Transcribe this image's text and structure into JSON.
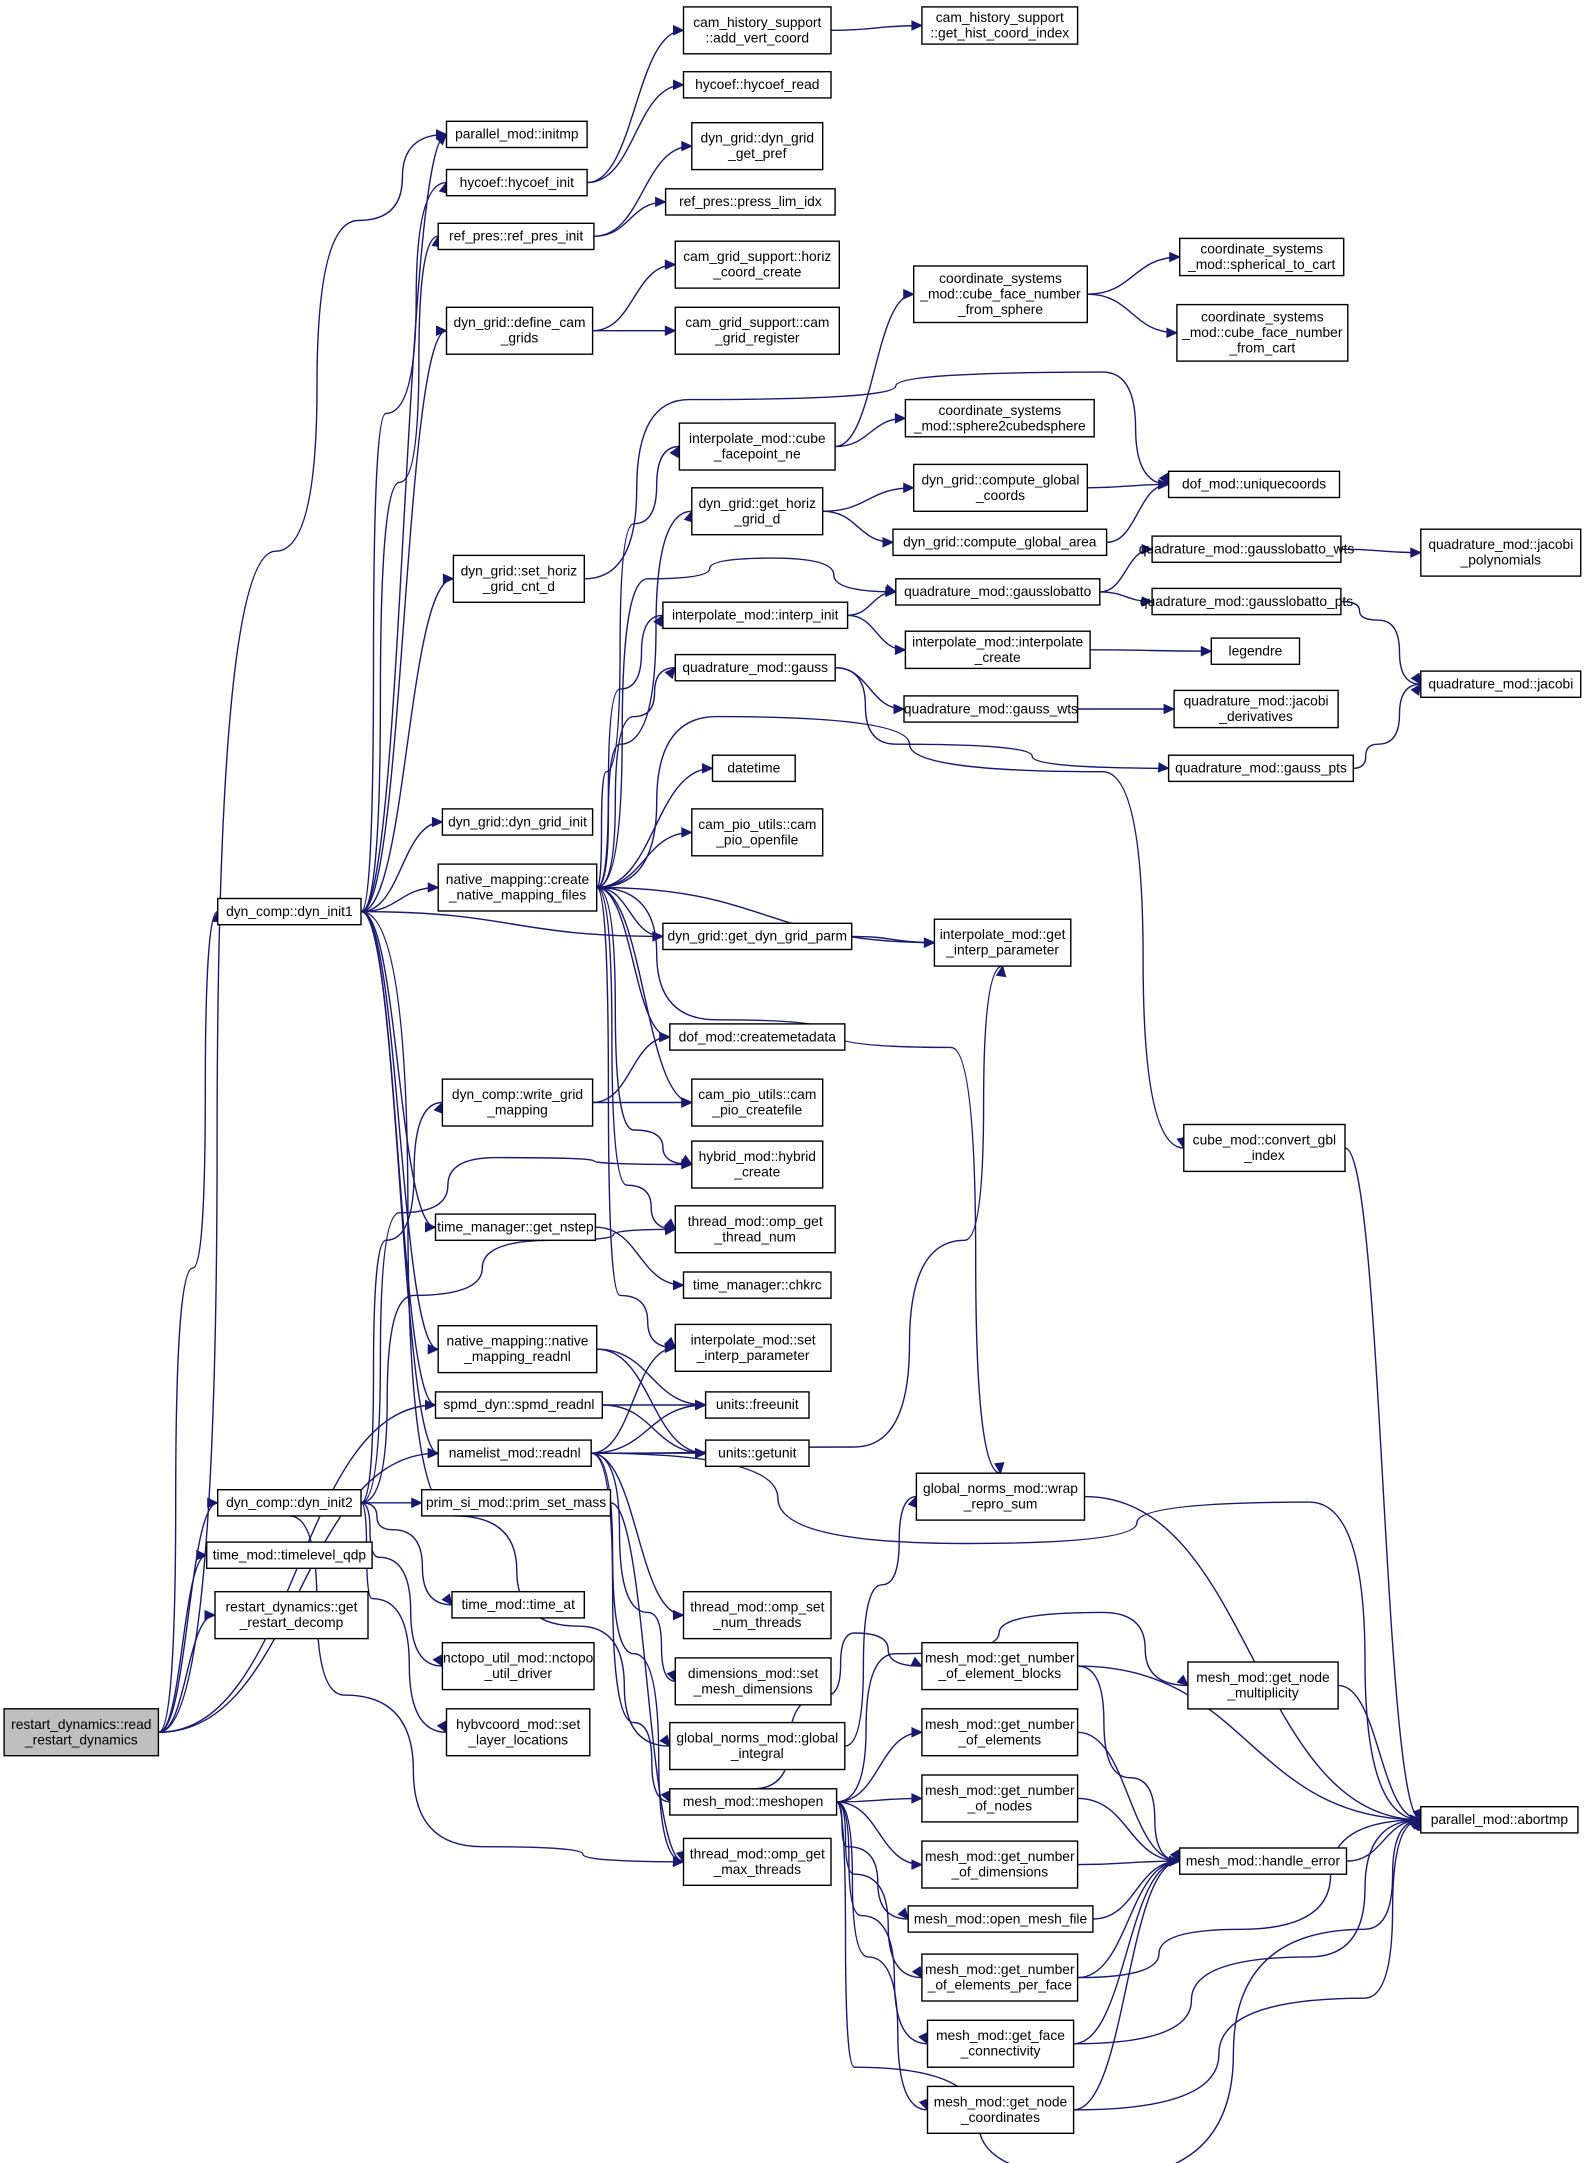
{
  "colors": {
    "edge": "#191970",
    "root_fill": "#bfbfbf",
    "node_fill": "#ffffff",
    "node_border": "#000000"
  },
  "nodes": [
    {
      "id": "root",
      "lines": [
        "restart_dynamics::read",
        "_restart_dynamics"
      ]
    },
    {
      "id": "initmp",
      "lines": [
        "parallel_mod::initmp"
      ]
    },
    {
      "id": "hycoef_init",
      "lines": [
        "hycoef::hycoef_init"
      ]
    },
    {
      "id": "ref_pres_init",
      "lines": [
        "ref_pres::ref_pres_init"
      ]
    },
    {
      "id": "define_cam_grids",
      "lines": [
        "dyn_grid::define_cam",
        "_grids"
      ]
    },
    {
      "id": "set_horiz_grid",
      "lines": [
        "dyn_grid::set_horiz",
        "_grid_cnt_d"
      ]
    },
    {
      "id": "dyn_grid_init",
      "lines": [
        "dyn_grid::dyn_grid_init"
      ]
    },
    {
      "id": "dyn_init1",
      "lines": [
        "dyn_comp::dyn_init1"
      ]
    },
    {
      "id": "native_create",
      "lines": [
        "native_mapping::create",
        "_native_mapping_files"
      ]
    },
    {
      "id": "write_grid",
      "lines": [
        "dyn_comp::write_grid",
        "_mapping"
      ]
    },
    {
      "id": "get_nstep",
      "lines": [
        "time_manager::get_nstep"
      ]
    },
    {
      "id": "native_readnl",
      "lines": [
        "native_mapping::native",
        "_mapping_readnl"
      ]
    },
    {
      "id": "spmd_readnl",
      "lines": [
        "spmd_dyn::spmd_readnl"
      ]
    },
    {
      "id": "readnl",
      "lines": [
        "namelist_mod::readnl"
      ]
    },
    {
      "id": "dyn_init2",
      "lines": [
        "dyn_comp::dyn_init2"
      ]
    },
    {
      "id": "prim_set_mass",
      "lines": [
        "prim_si_mod::prim_set_mass"
      ]
    },
    {
      "id": "timelevel_qdp",
      "lines": [
        "time_mod::timelevel_qdp"
      ]
    },
    {
      "id": "get_restart_decomp",
      "lines": [
        "restart_dynamics::get",
        "_restart_decomp"
      ]
    },
    {
      "id": "time_at",
      "lines": [
        "time_mod::time_at"
      ]
    },
    {
      "id": "nctopo",
      "lines": [
        "nctopo_util_mod::nctopo",
        "_util_driver"
      ]
    },
    {
      "id": "set_layer",
      "lines": [
        "hybvcoord_mod::set",
        "_layer_locations"
      ]
    },
    {
      "id": "add_vert_coord",
      "lines": [
        "cam_history_support",
        "::add_vert_coord"
      ]
    },
    {
      "id": "hycoef_read",
      "lines": [
        "hycoef::hycoef_read"
      ]
    },
    {
      "id": "dyn_grid_get_pref",
      "lines": [
        "dyn_grid::dyn_grid",
        "_get_pref"
      ]
    },
    {
      "id": "press_lim_idx",
      "lines": [
        "ref_pres::press_lim_idx"
      ]
    },
    {
      "id": "horiz_coord_create",
      "lines": [
        "cam_grid_support::horiz",
        "_coord_create"
      ]
    },
    {
      "id": "cam_grid_register",
      "lines": [
        "cam_grid_support::cam",
        "_grid_register"
      ]
    },
    {
      "id": "cube_facepoint",
      "lines": [
        "interpolate_mod::cube",
        "_facepoint_ne"
      ]
    },
    {
      "id": "get_horiz_grid_d",
      "lines": [
        "dyn_grid::get_horiz",
        "_grid_d"
      ]
    },
    {
      "id": "interp_init",
      "lines": [
        "interpolate_mod::interp_init"
      ]
    },
    {
      "id": "quad_gauss",
      "lines": [
        "quadrature_mod::gauss"
      ]
    },
    {
      "id": "datetime",
      "lines": [
        "datetime"
      ]
    },
    {
      "id": "pio_openfile",
      "lines": [
        "cam_pio_utils::cam",
        "_pio_openfile"
      ]
    },
    {
      "id": "get_dyn_grid_parm",
      "lines": [
        "dyn_grid::get_dyn_grid_parm"
      ]
    },
    {
      "id": "createmetadata",
      "lines": [
        "dof_mod::createmetadata"
      ]
    },
    {
      "id": "pio_createfile",
      "lines": [
        "cam_pio_utils::cam",
        "_pio_createfile"
      ]
    },
    {
      "id": "hybrid_create",
      "lines": [
        "hybrid_mod::hybrid",
        "_create"
      ]
    },
    {
      "id": "omp_get_thread_num",
      "lines": [
        "thread_mod::omp_get",
        "_thread_num"
      ]
    },
    {
      "id": "chkrc",
      "lines": [
        "time_manager::chkrc"
      ]
    },
    {
      "id": "set_interp_param",
      "lines": [
        "interpolate_mod::set",
        "_interp_parameter"
      ]
    },
    {
      "id": "freeunit",
      "lines": [
        "units::freeunit"
      ]
    },
    {
      "id": "getunit",
      "lines": [
        "units::getunit"
      ]
    },
    {
      "id": "omp_set_num_threads",
      "lines": [
        "thread_mod::omp_set",
        "_num_threads"
      ]
    },
    {
      "id": "set_mesh_dims",
      "lines": [
        "dimensions_mod::set",
        "_mesh_dimensions"
      ]
    },
    {
      "id": "global_integral",
      "lines": [
        "global_norms_mod::global",
        "_integral"
      ]
    },
    {
      "id": "meshopen",
      "lines": [
        "mesh_mod::meshopen"
      ]
    },
    {
      "id": "omp_get_max_threads",
      "lines": [
        "thread_mod::omp_get",
        "_max_threads"
      ]
    },
    {
      "id": "get_hist_coord_index",
      "lines": [
        "cam_history_support",
        "::get_hist_coord_index"
      ]
    },
    {
      "id": "cube_face_from_sphere",
      "lines": [
        "coordinate_systems",
        "_mod::cube_face_number",
        "_from_sphere"
      ]
    },
    {
      "id": "sphere2cubed",
      "lines": [
        "coordinate_systems",
        "_mod::sphere2cubedsphere"
      ]
    },
    {
      "id": "compute_global_coords",
      "lines": [
        "dyn_grid::compute_global",
        "_coords"
      ]
    },
    {
      "id": "compute_global_area",
      "lines": [
        "dyn_grid::compute_global_area"
      ]
    },
    {
      "id": "gausslobatto",
      "lines": [
        "quadrature_mod::gausslobatto"
      ]
    },
    {
      "id": "interpolate_create",
      "lines": [
        "interpolate_mod::interpolate",
        "_create"
      ]
    },
    {
      "id": "gauss_wts",
      "lines": [
        "quadrature_mod::gauss_wts"
      ]
    },
    {
      "id": "get_interp_param",
      "lines": [
        "interpolate_mod::get",
        "_interp_parameter"
      ]
    },
    {
      "id": "convert_gbl_index",
      "lines": [
        "cube_mod::convert_gbl",
        "_index"
      ]
    },
    {
      "id": "wrap_repro_sum",
      "lines": [
        "global_norms_mod::wrap",
        "_repro_sum"
      ]
    },
    {
      "id": "get_num_elem_blocks",
      "lines": [
        "mesh_mod::get_number",
        "_of_element_blocks"
      ]
    },
    {
      "id": "get_num_elements",
      "lines": [
        "mesh_mod::get_number",
        "_of_elements"
      ]
    },
    {
      "id": "get_num_nodes",
      "lines": [
        "mesh_mod::get_number",
        "_of_nodes"
      ]
    },
    {
      "id": "get_num_dims",
      "lines": [
        "mesh_mod::get_number",
        "_of_dimensions"
      ]
    },
    {
      "id": "open_mesh_file",
      "lines": [
        "mesh_mod::open_mesh_file"
      ]
    },
    {
      "id": "get_num_elem_per_face",
      "lines": [
        "mesh_mod::get_number",
        "_of_elements_per_face"
      ]
    },
    {
      "id": "get_face_conn",
      "lines": [
        "mesh_mod::get_face",
        "_connectivity"
      ]
    },
    {
      "id": "get_node_coords",
      "lines": [
        "mesh_mod::get_node",
        "_coordinates"
      ]
    },
    {
      "id": "spherical_to_cart",
      "lines": [
        "coordinate_systems",
        "_mod::spherical_to_cart"
      ]
    },
    {
      "id": "cube_face_from_cart",
      "lines": [
        "coordinate_systems",
        "_mod::cube_face_number",
        "_from_cart"
      ]
    },
    {
      "id": "uniquecoords",
      "lines": [
        "dof_mod::uniquecoords"
      ]
    },
    {
      "id": "gausslobatto_wts",
      "lines": [
        "quadrature_mod::gausslobatto_wts"
      ]
    },
    {
      "id": "gausslobatto_pts",
      "lines": [
        "quadrature_mod::gausslobatto_pts"
      ]
    },
    {
      "id": "legendre",
      "lines": [
        "legendre"
      ]
    },
    {
      "id": "jacobi_derivatives",
      "lines": [
        "quadrature_mod::jacobi",
        "_derivatives"
      ]
    },
    {
      "id": "gauss_pts",
      "lines": [
        "quadrature_mod::gauss_pts"
      ]
    },
    {
      "id": "get_node_mult",
      "lines": [
        "mesh_mod::get_node",
        "_multiplicity"
      ]
    },
    {
      "id": "handle_error",
      "lines": [
        "mesh_mod::handle_error"
      ]
    },
    {
      "id": "jacobi_polynomials",
      "lines": [
        "quadrature_mod::jacobi",
        "_polynomials"
      ]
    },
    {
      "id": "quad_jacobi",
      "lines": [
        "quadrature_mod::jacobi"
      ]
    },
    {
      "id": "abortmp",
      "lines": [
        "parallel_mod::abortmp"
      ]
    }
  ],
  "edges": [
    [
      "root",
      "initmp"
    ],
    [
      "root",
      "dyn_init1"
    ],
    [
      "root",
      "spmd_readnl"
    ],
    [
      "root",
      "readnl"
    ],
    [
      "root",
      "dyn_init2"
    ],
    [
      "root",
      "timelevel_qdp"
    ],
    [
      "root",
      "get_restart_decomp"
    ],
    [
      "dyn_init1",
      "initmp"
    ],
    [
      "dyn_init1",
      "hycoef_init"
    ],
    [
      "dyn_init1",
      "ref_pres_init"
    ],
    [
      "dyn_init1",
      "define_cam_grids"
    ],
    [
      "dyn_init1",
      "set_horiz_grid"
    ],
    [
      "dyn_init1",
      "dyn_grid_init"
    ],
    [
      "dyn_init1",
      "native_create"
    ],
    [
      "dyn_init1",
      "get_dyn_grid_parm"
    ],
    [
      "dyn_init1",
      "get_nstep"
    ],
    [
      "dyn_init1",
      "native_readnl"
    ],
    [
      "dyn_init1",
      "spmd_readnl"
    ],
    [
      "dyn_init1",
      "readnl"
    ],
    [
      "dyn_init1",
      "global_integral"
    ],
    [
      "hycoef_init",
      "add_vert_coord"
    ],
    [
      "hycoef_init",
      "hycoef_read"
    ],
    [
      "ref_pres_init",
      "dyn_grid_get_pref"
    ],
    [
      "ref_pres_init",
      "press_lim_idx"
    ],
    [
      "define_cam_grids",
      "horiz_coord_create"
    ],
    [
      "define_cam_grids",
      "cam_grid_register"
    ],
    [
      "set_horiz_grid",
      "uniquecoords"
    ],
    [
      "native_create",
      "cube_facepoint"
    ],
    [
      "native_create",
      "get_horiz_grid_d"
    ],
    [
      "native_create",
      "interp_init"
    ],
    [
      "native_create",
      "quad_gauss"
    ],
    [
      "native_create",
      "datetime"
    ],
    [
      "native_create",
      "pio_openfile"
    ],
    [
      "native_create",
      "get_dyn_grid_parm"
    ],
    [
      "native_create",
      "get_interp_param"
    ],
    [
      "native_create",
      "createmetadata"
    ],
    [
      "native_create",
      "pio_createfile"
    ],
    [
      "native_create",
      "hybrid_create"
    ],
    [
      "native_create",
      "omp_get_thread_num"
    ],
    [
      "native_create",
      "set_interp_param"
    ],
    [
      "native_create",
      "gausslobatto"
    ],
    [
      "native_create",
      "convert_gbl_index"
    ],
    [
      "native_create",
      "wrap_repro_sum"
    ],
    [
      "add_vert_coord",
      "get_hist_coord_index"
    ],
    [
      "cube_facepoint",
      "cube_face_from_sphere"
    ],
    [
      "cube_facepoint",
      "sphere2cubed"
    ],
    [
      "cube_face_from_sphere",
      "spherical_to_cart"
    ],
    [
      "cube_face_from_sphere",
      "cube_face_from_cart"
    ],
    [
      "get_horiz_grid_d",
      "compute_global_coords"
    ],
    [
      "get_horiz_grid_d",
      "compute_global_area"
    ],
    [
      "compute_global_coords",
      "uniquecoords"
    ],
    [
      "compute_global_area",
      "uniquecoords"
    ],
    [
      "interp_init",
      "gausslobatto"
    ],
    [
      "interp_init",
      "interpolate_create"
    ],
    [
      "gausslobatto",
      "gausslobatto_wts"
    ],
    [
      "gausslobatto",
      "gausslobatto_pts"
    ],
    [
      "gausslobatto_wts",
      "jacobi_polynomials"
    ],
    [
      "gausslobatto_pts",
      "quad_jacobi"
    ],
    [
      "interpolate_create",
      "legendre"
    ],
    [
      "quad_gauss",
      "gauss_wts"
    ],
    [
      "quad_gauss",
      "gauss_pts"
    ],
    [
      "gauss_wts",
      "jacobi_derivatives"
    ],
    [
      "gauss_pts",
      "quad_jacobi"
    ],
    [
      "get_dyn_grid_parm",
      "get_interp_param"
    ],
    [
      "write_grid",
      "createmetadata"
    ],
    [
      "write_grid",
      "pio_createfile"
    ],
    [
      "get_nstep",
      "chkrc"
    ],
    [
      "native_readnl",
      "freeunit"
    ],
    [
      "native_readnl",
      "getunit"
    ],
    [
      "spmd_readnl",
      "freeunit"
    ],
    [
      "spmd_readnl",
      "getunit"
    ],
    [
      "readnl",
      "set_interp_param"
    ],
    [
      "readnl",
      "freeunit"
    ],
    [
      "readnl",
      "getunit"
    ],
    [
      "readnl",
      "get_interp_param"
    ],
    [
      "readnl",
      "abortmp"
    ],
    [
      "readnl",
      "omp_set_num_threads"
    ],
    [
      "readnl",
      "set_mesh_dims"
    ],
    [
      "readnl",
      "meshopen"
    ],
    [
      "readnl",
      "omp_get_max_threads"
    ],
    [
      "dyn_init2",
      "write_grid"
    ],
    [
      "dyn_init2",
      "hybrid_create"
    ],
    [
      "dyn_init2",
      "omp_get_thread_num"
    ],
    [
      "dyn_init2",
      "prim_set_mass"
    ],
    [
      "dyn_init2",
      "time_at"
    ],
    [
      "dyn_init2",
      "nctopo"
    ],
    [
      "dyn_init2",
      "set_layer"
    ],
    [
      "dyn_init2",
      "omp_get_max_threads"
    ],
    [
      "prim_set_mass",
      "omp_get_max_threads"
    ],
    [
      "global_integral",
      "wrap_repro_sum"
    ],
    [
      "wrap_repro_sum",
      "abortmp"
    ],
    [
      "convert_gbl_index",
      "abortmp"
    ],
    [
      "meshopen",
      "get_num_elem_blocks"
    ],
    [
      "meshopen",
      "get_num_elements"
    ],
    [
      "meshopen",
      "get_num_nodes"
    ],
    [
      "meshopen",
      "get_num_dims"
    ],
    [
      "meshopen",
      "open_mesh_file"
    ],
    [
      "meshopen",
      "get_num_elem_per_face"
    ],
    [
      "meshopen",
      "get_face_conn"
    ],
    [
      "meshopen",
      "get_node_coords"
    ],
    [
      "meshopen",
      "get_node_mult"
    ],
    [
      "meshopen",
      "abortmp"
    ],
    [
      "get_num_elem_blocks",
      "handle_error"
    ],
    [
      "get_num_elem_blocks",
      "abortmp"
    ],
    [
      "get_num_elements",
      "handle_error"
    ],
    [
      "get_num_nodes",
      "handle_error"
    ],
    [
      "get_num_dims",
      "handle_error"
    ],
    [
      "open_mesh_file",
      "handle_error"
    ],
    [
      "get_num_elem_per_face",
      "handle_error"
    ],
    [
      "get_num_elem_per_face",
      "abortmp"
    ],
    [
      "get_face_conn",
      "handle_error"
    ],
    [
      "get_face_conn",
      "abortmp"
    ],
    [
      "get_node_coords",
      "handle_error"
    ],
    [
      "get_node_coords",
      "abortmp"
    ],
    [
      "get_node_mult",
      "abortmp"
    ],
    [
      "handle_error",
      "abortmp"
    ]
  ]
}
